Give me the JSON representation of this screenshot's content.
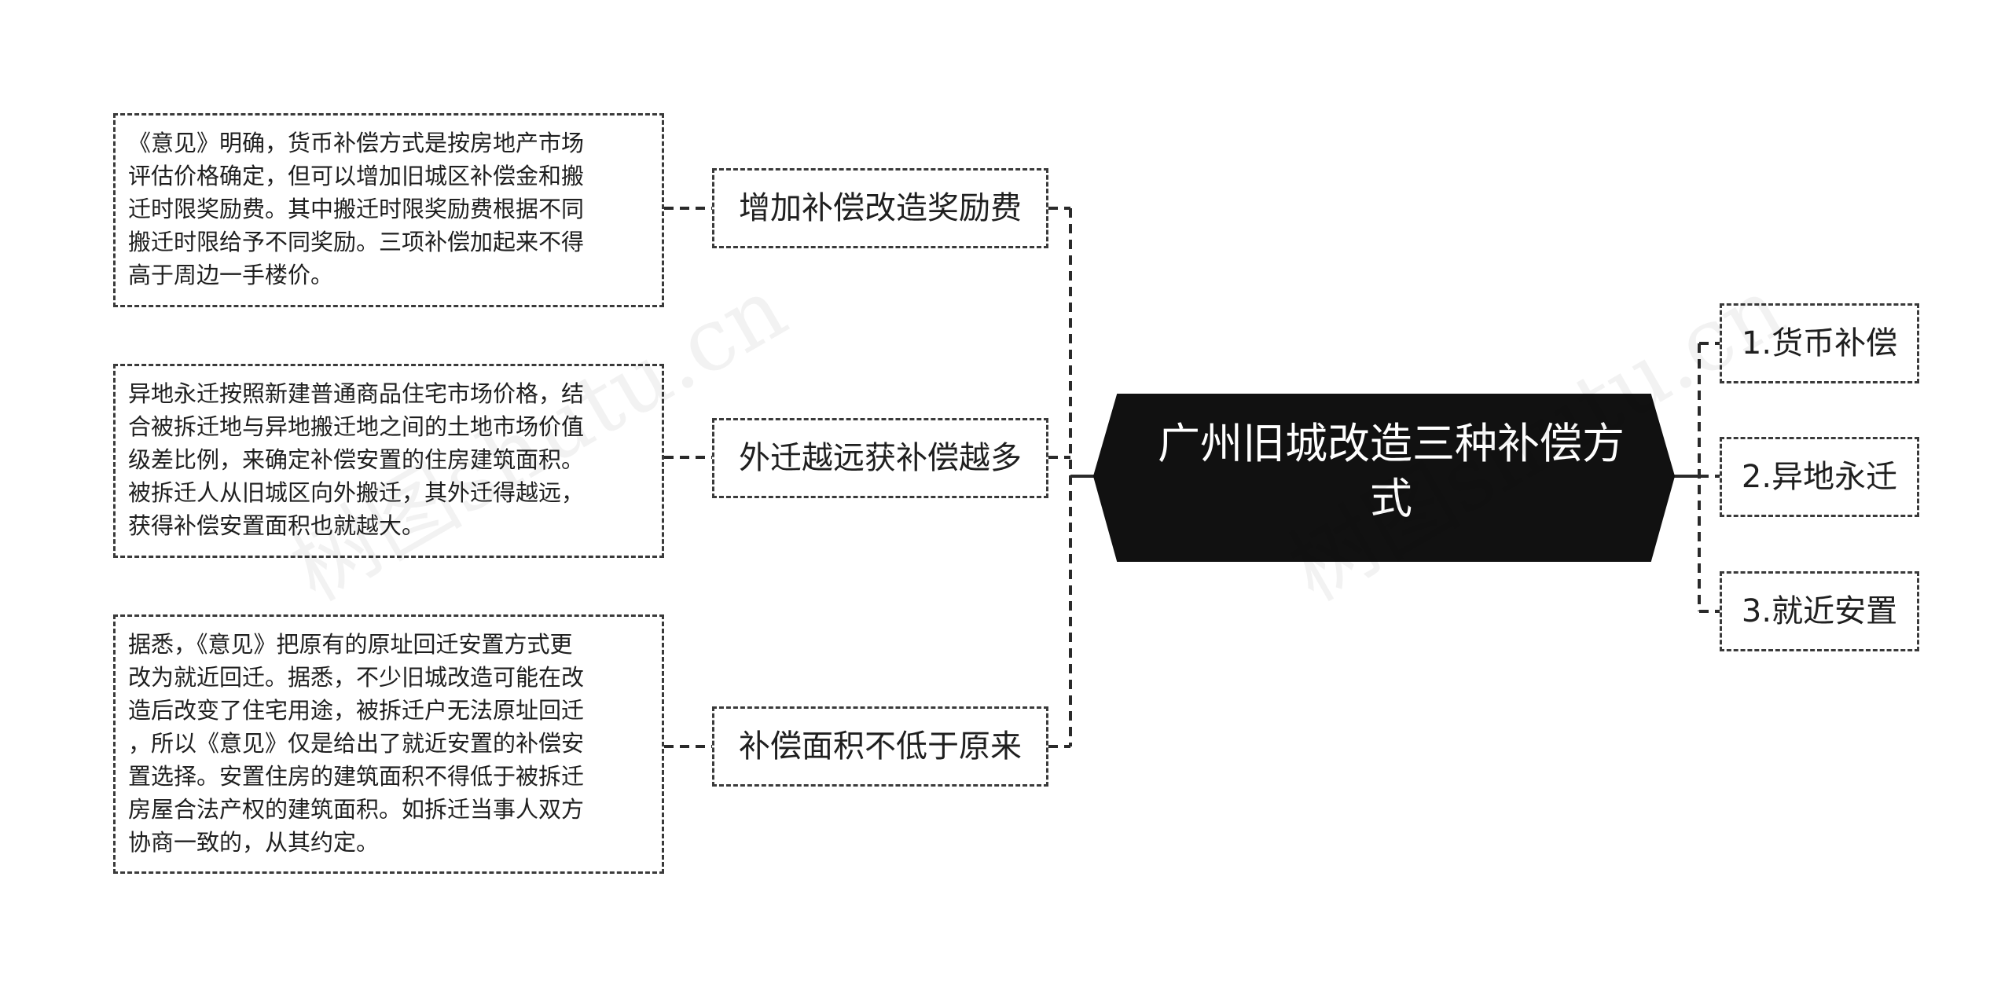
{
  "root": {
    "line1": "广州旧城改造三种补偿方",
    "line2": "式"
  },
  "right_topics": [
    "1.货币补偿",
    "2.异地永迁",
    "3.就近安置"
  ],
  "left_topics": [
    {
      "title": "增加补偿改造奖励费",
      "detail_lines": [
        "《意见》明确，货币补偿方式是按房地产市场",
        "评估价格确定，但可以增加旧城区补偿金和搬",
        "迁时限奖励费。其中搬迁时限奖励费根据不同",
        "搬迁时限给予不同奖励。三项补偿加起来不得",
        "高于周边一手楼价。"
      ]
    },
    {
      "title": "外迁越远获补偿越多",
      "detail_lines": [
        "异地永迁按照新建普通商品住宅市场价格，结",
        "合被拆迁地与异地搬迁地之间的土地市场价值",
        "级差比例，来确定补偿安置的住房建筑面积。",
        "被拆迁人从旧城区向外搬迁，其外迁得越远，",
        "获得补偿安置面积也就越大。"
      ]
    },
    {
      "title": "补偿面积不低于原来",
      "detail_lines": [
        "据悉，《意见》把原有的原址回迁安置方式更",
        "改为就近回迁。据悉，不少旧城改造可能在改",
        "造后改变了住宅用途，被拆迁户无法原址回迁",
        "，所以《意见》仅是给出了就近安置的补偿安",
        "置选择。安置住房的建筑面积不得低于被拆迁",
        "房屋合法产权的建筑面积。如拆迁当事人双方",
        "协商一致的，从其约定。"
      ]
    }
  ],
  "watermark": [
    "树图shutu.cn",
    "树图shutu.cn"
  ],
  "colors": {
    "root_fill": "#111111",
    "root_text": "#ffffff",
    "line": "#2a2a2a",
    "border": "#3a3a3a"
  }
}
